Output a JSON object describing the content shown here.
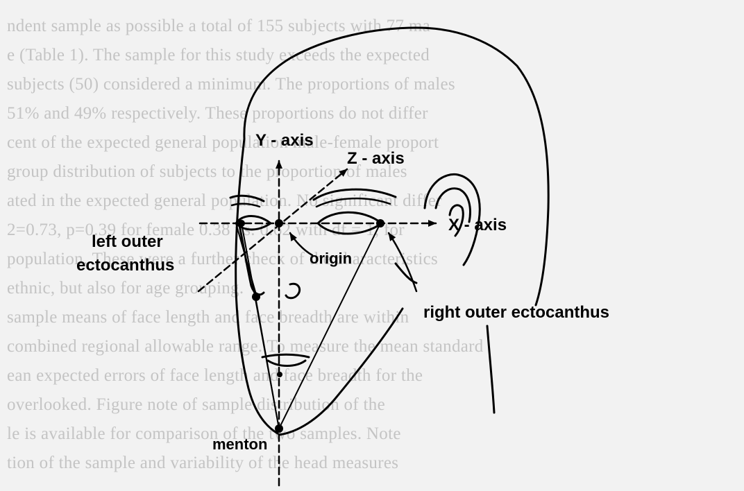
{
  "labels": {
    "y_axis": "Y - axis",
    "z_axis": "Z - axis",
    "x_axis": "X - axis",
    "left_outer_line1": "left outer",
    "left_outer_line2": "ectocanthus",
    "origin": "origin",
    "right_outer": "right outer ectocanthus",
    "menton": "menton"
  },
  "background_text": [
    "ndent sample as possible a total of 155 subjects with 77 ma",
    "e (Table 1). The sample for this study exceeds the expected",
    "subjects (50) considered a minimum. The proportions of males",
    "51% and 49% respectively. These proportions do not differ",
    "cent of the expected general population male-female proport",
    "group distribution of subjects to the proportion of males",
    "ated in the expected general population. No significant differ",
    "2=0.73, p=0.39 for female 0.38 vs. 0.62 with df = 1, for",
    "population. These were a further check of the characteristics",
    "ethnic, but also for age grouping.",
    "sample means of face length and face breadth are within",
    "combined regional allowable range. To measure the mean standard",
    "ean expected errors of face length and face breadth for the",
    "overlooked. Figure note of sample distribution of the",
    "le is available for comparison of the two samples. Note",
    "tion of the sample and variability of the head measures"
  ],
  "colors": {
    "ink": "#000000",
    "paper": "#f2f2f2",
    "background_text": "#c4c4c4"
  }
}
